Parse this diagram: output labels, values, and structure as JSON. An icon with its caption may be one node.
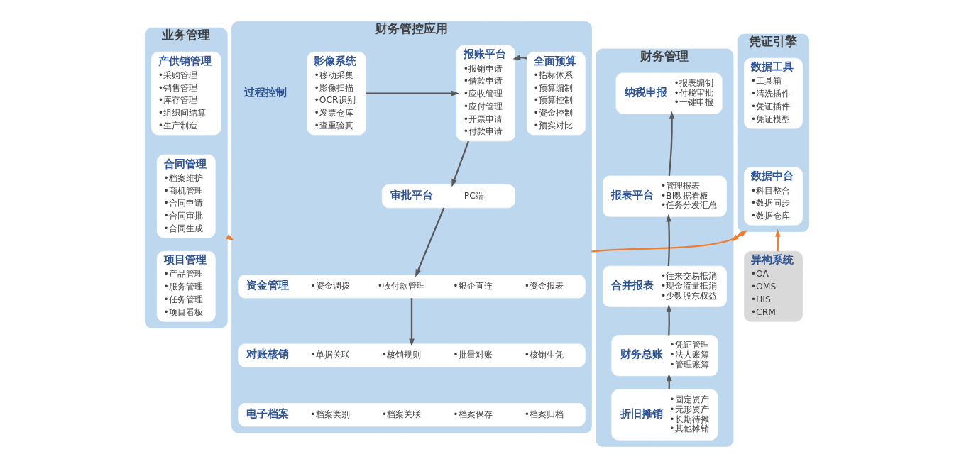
{
  "diagram": {
    "nodes": [
      {
        "text": [
          "业务管理"
        ]
      },
      {
        "text": [
          "产供销管理",
          "•采购管理",
          "•销售管理",
          "•库存管理",
          "•组织间结算",
          "•生产制造"
        ],
        "in": 0
      },
      {
        "text": [
          "合同管理",
          "•档案维护",
          "•商机管理",
          "•合同申请",
          "•合同审批",
          "•合同生成"
        ],
        "in": 0
      },
      {
        "text": [
          "项目管理",
          "•产品管理",
          "•服务管理",
          "•任务管理",
          "•项目看板"
        ],
        "in": 0
      },
      {
        "text": [
          "财务管控应用"
        ]
      },
      {
        "text": [
          "过程控制"
        ],
        "in": 4
      },
      {
        "text": [
          "影像系统",
          "•移动采集",
          "•影像扫描",
          "•OCR识别",
          "•发票仓库",
          "•查重验真"
        ],
        "in": 4
      },
      {
        "text": [
          "报账平台",
          "•报销申请",
          "•借款申请",
          "•应收管理",
          "•应付管理",
          "•开票申请",
          "•付款申请"
        ],
        "in": 4
      },
      {
        "text": [
          "全面预算",
          "•指标体系",
          "•预算编制",
          "•预算控制",
          "•资金控制",
          "•预实对比"
        ],
        "in": 4
      },
      {
        "text": [
          "审批平台",
          "PC端"
        ],
        "in": 4
      },
      {
        "text": [
          "资金管理",
          "•资金调拨",
          "•收付款管理",
          "•银企直连",
          "•资金报表"
        ],
        "in": 4
      },
      {
        "text": [
          "对账核销",
          "•单据关联",
          "•核销规则",
          "•批量对账",
          "•核销生凭"
        ],
        "in": 4
      },
      {
        "text": [
          "电子档案",
          "•档案类别",
          "•档案关联",
          "•档案保存",
          "•档案归档"
        ],
        "in": 4
      },
      {
        "text": [
          "凭证引擎"
        ]
      },
      {
        "text": [
          "数据工具",
          "•工具箱",
          "•清洗插件",
          "•凭证插件",
          "•凭证模型"
        ],
        "in": 13
      },
      {
        "text": [
          "数据中台",
          "•科目整合",
          "•数据同步",
          "•数据仓库"
        ],
        "in": 13
      },
      {
        "text": [
          "异构系统",
          "•OA",
          "•OMS",
          "•HIS",
          "•CRM"
        ]
      },
      {
        "text": [
          "财务管理"
        ]
      },
      {
        "text": [
          "纳税申报",
          "•报表编制",
          "•付税审批",
          "•一键申报"
        ],
        "in": 17
      },
      {
        "text": [
          "报表平台",
          "•管理报表",
          "•BI数据看板",
          "•任务分发汇总"
        ],
        "in": 17
      },
      {
        "text": [
          "合并报表",
          "•往来交易抵消",
          "•现金流量抵消",
          "•少数股东权益"
        ],
        "in": 17
      },
      {
        "text": [
          "财务总账",
          "•凭证管理",
          "•法人账簿",
          "•管理账簿"
        ],
        "in": 17
      },
      {
        "text": [
          "折旧摊销",
          "•固定资产",
          "•无形资产",
          "•长期待摊",
          "•其他摊销"
        ],
        "in": 17
      }
    ],
    "edges": [
      {
        "from": 0,
        "to": 4,
        "arrow": "to",
        "color": "#ed7d31"
      },
      {
        "from": 6,
        "to": 7,
        "arrow": "to"
      },
      {
        "from": 8,
        "to": 7,
        "arrow": "to"
      },
      {
        "from": 7,
        "to": 9,
        "arrow": "to"
      },
      {
        "from": 9,
        "to": 10,
        "arrow": "to"
      },
      {
        "from": 10,
        "to": 11,
        "arrow": "to"
      },
      {
        "from": 4,
        "to": 13,
        "arrow": "to",
        "color": "#ed7d31"
      },
      {
        "from": 16,
        "to": 13,
        "arrow": "to",
        "color": "#ed7d31"
      },
      {
        "from": 13,
        "to": 17,
        "arrow": "to",
        "color": "#ed7d31"
      },
      {
        "from": 22,
        "to": 21,
        "arrow": "to"
      },
      {
        "from": 21,
        "to": 20,
        "arrow": "to"
      },
      {
        "from": 20,
        "to": 19,
        "arrow": "to"
      },
      {
        "from": 19,
        "to": 18,
        "arrow": "to"
      }
    ]
  }
}
